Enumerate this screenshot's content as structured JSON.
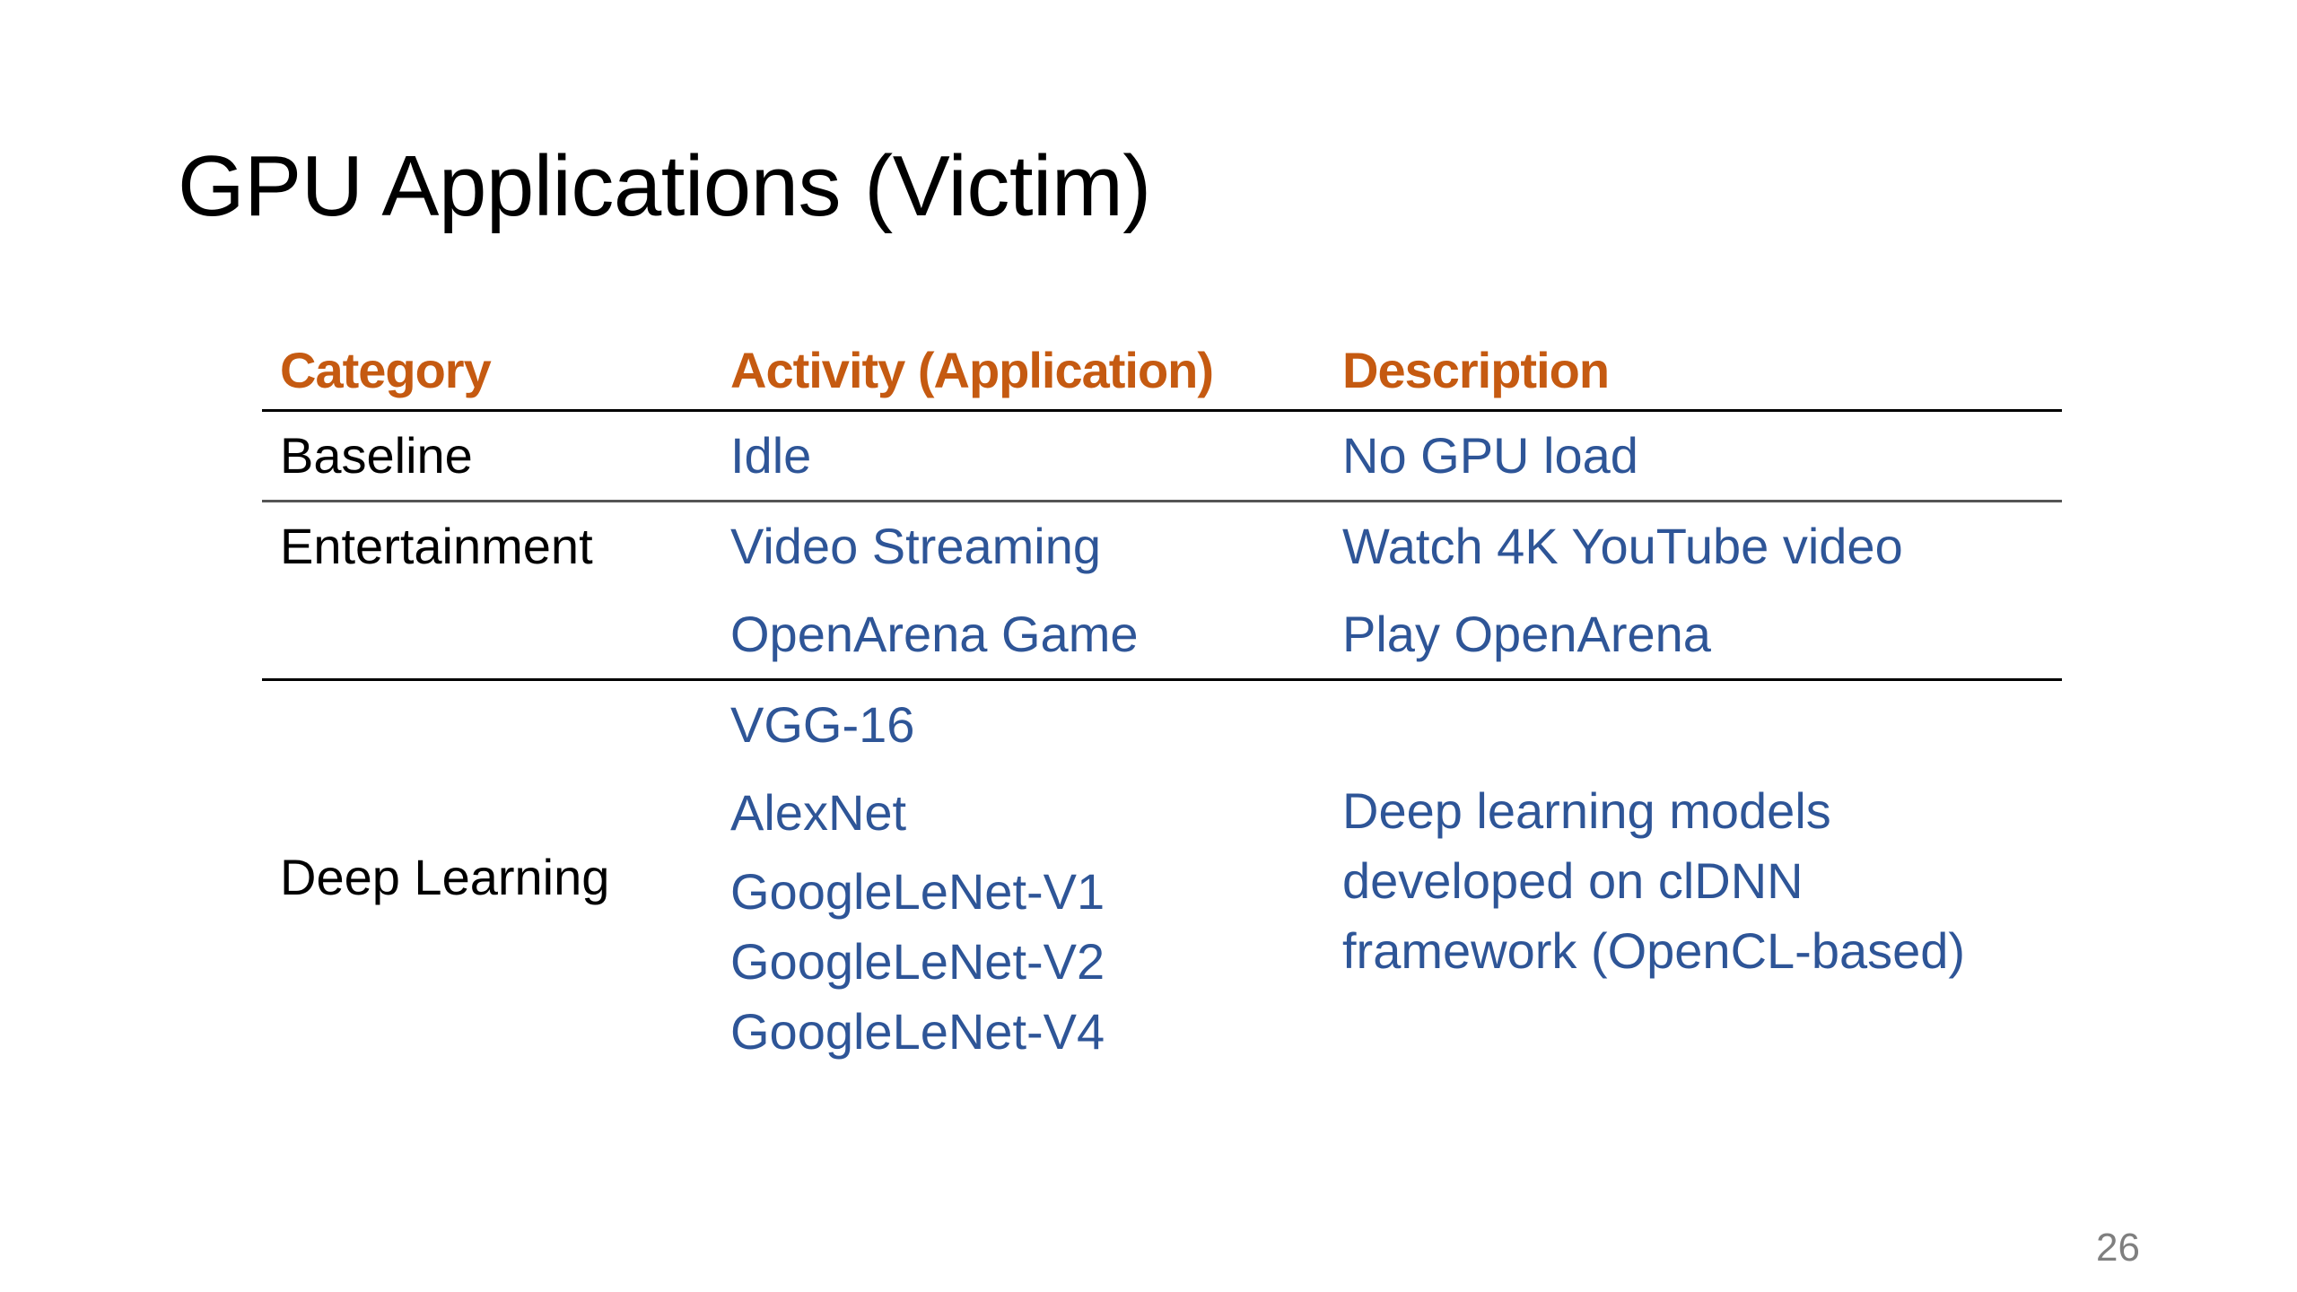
{
  "slide": {
    "title": "GPU Applications (Victim)",
    "page_number": "26"
  },
  "table": {
    "headers": [
      "Category",
      "Activity (Application)",
      "Description"
    ],
    "baseline": {
      "category": "Baseline",
      "activity": "Idle",
      "description": "No GPU load"
    },
    "entertainment": {
      "category": "Entertainment",
      "rows": [
        {
          "activity": "Video Streaming",
          "description": "Watch 4K YouTube video"
        },
        {
          "activity": "OpenArena Game",
          "description": "Play OpenArena"
        }
      ]
    },
    "deep_learning": {
      "category": "Deep Learning",
      "models": [
        "VGG-16",
        "AlexNet",
        "GoogleLeNet-V1",
        "GoogleLeNet-V2",
        "GoogleLeNet-V4"
      ],
      "description_lines": [
        "Deep learning models",
        "developed on clDNN",
        "framework (OpenCL-based)"
      ]
    }
  },
  "colors": {
    "header": "#c55a11",
    "activity_text": "#2e5597",
    "category_text": "#000000",
    "page_number": "#7f7f7f"
  }
}
